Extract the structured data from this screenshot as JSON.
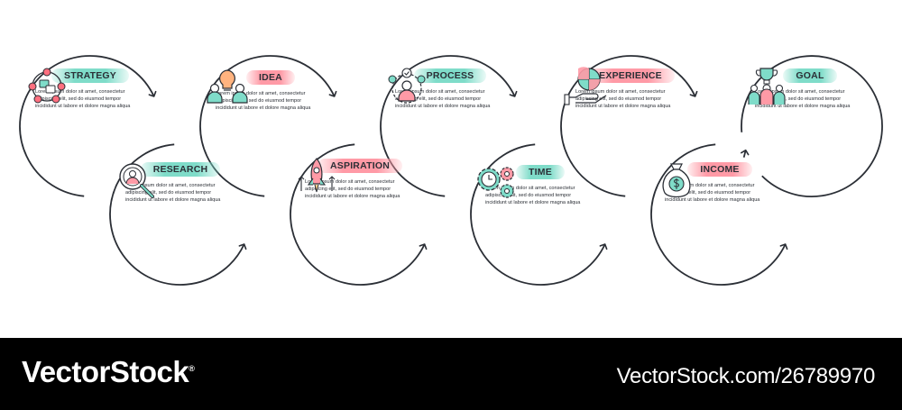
{
  "colors": {
    "outline": "#2b2f36",
    "green": "#3fc8b0",
    "pink": "#ff6f7f",
    "footer_bg": "#000000"
  },
  "steps": [
    {
      "label": "STRATEGY",
      "accent": "green",
      "icon": "strategy-icon",
      "desc": "Lorem ipsum dolor sit amet, consectetur\nadipiscing elit, sed do eiusmod tempor\nincididunt ut labore et dolore magna aliqua"
    },
    {
      "label": "RESEARCH",
      "accent": "green",
      "icon": "research-icon",
      "desc": "Lorem ipsum dolor sit amet, consectetur\nadipiscing elit, sed do eiusmod tempor\nincididunt ut labore et dolore magna aliqua"
    },
    {
      "label": "IDEA",
      "accent": "pink",
      "icon": "idea-icon",
      "desc": "Lorem ipsum dolor sit amet, consectetur\nadipiscing elit, sed do eiusmod tempor\nincididunt ut labore et dolore magna aliqua"
    },
    {
      "label": "ASPIRATION",
      "accent": "pink",
      "icon": "rocket-icon",
      "desc": "Lorem ipsum dolor sit amet, consectetur\nadipiscing elit, sed do eiusmod tempor\nincididunt ut labore et dolore magna aliqua"
    },
    {
      "label": "PROCESS",
      "accent": "green",
      "icon": "process-icon",
      "desc": "Lorem ipsum dolor sit amet, consectetur\nadipiscing elit, sed do eiusmod tempor\nincididunt ut labore et dolore magna aliqua"
    },
    {
      "label": "TIME",
      "accent": "green",
      "icon": "gears-clock-icon",
      "desc": "Lorem ipsum dolor sit amet, consectetur\nadipiscing elit, sed do eiusmod tempor\nincididunt ut labore et dolore magna aliqua"
    },
    {
      "label": "EXPERIENCE",
      "accent": "pink",
      "icon": "puzzle-hand-icon",
      "desc": "Lorem ipsum dolor sit amet, consectetur\nadipiscing elit, sed do eiusmod tempor\nincididunt ut labore et dolore magna aliqua"
    },
    {
      "label": "INCOME",
      "accent": "pink",
      "icon": "money-bag-icon",
      "desc": "Lorem ipsum dolor sit amet, consectetur\nadipiscing elit, sed do eiusmod tempor\nincididunt ut labore et dolore magna aliqua"
    },
    {
      "label": "GOAL",
      "accent": "green",
      "icon": "trophy-team-icon",
      "desc": "Lorem ipsum dolor sit amet, consectetur\nadipiscing elit, sed do eiusmod tempor\nincididunt ut labore et dolore magna aliqua"
    }
  ],
  "footer": {
    "brand": "VectorStock",
    "brand_mark": "®",
    "url": "VectorStock.com/26789970"
  }
}
